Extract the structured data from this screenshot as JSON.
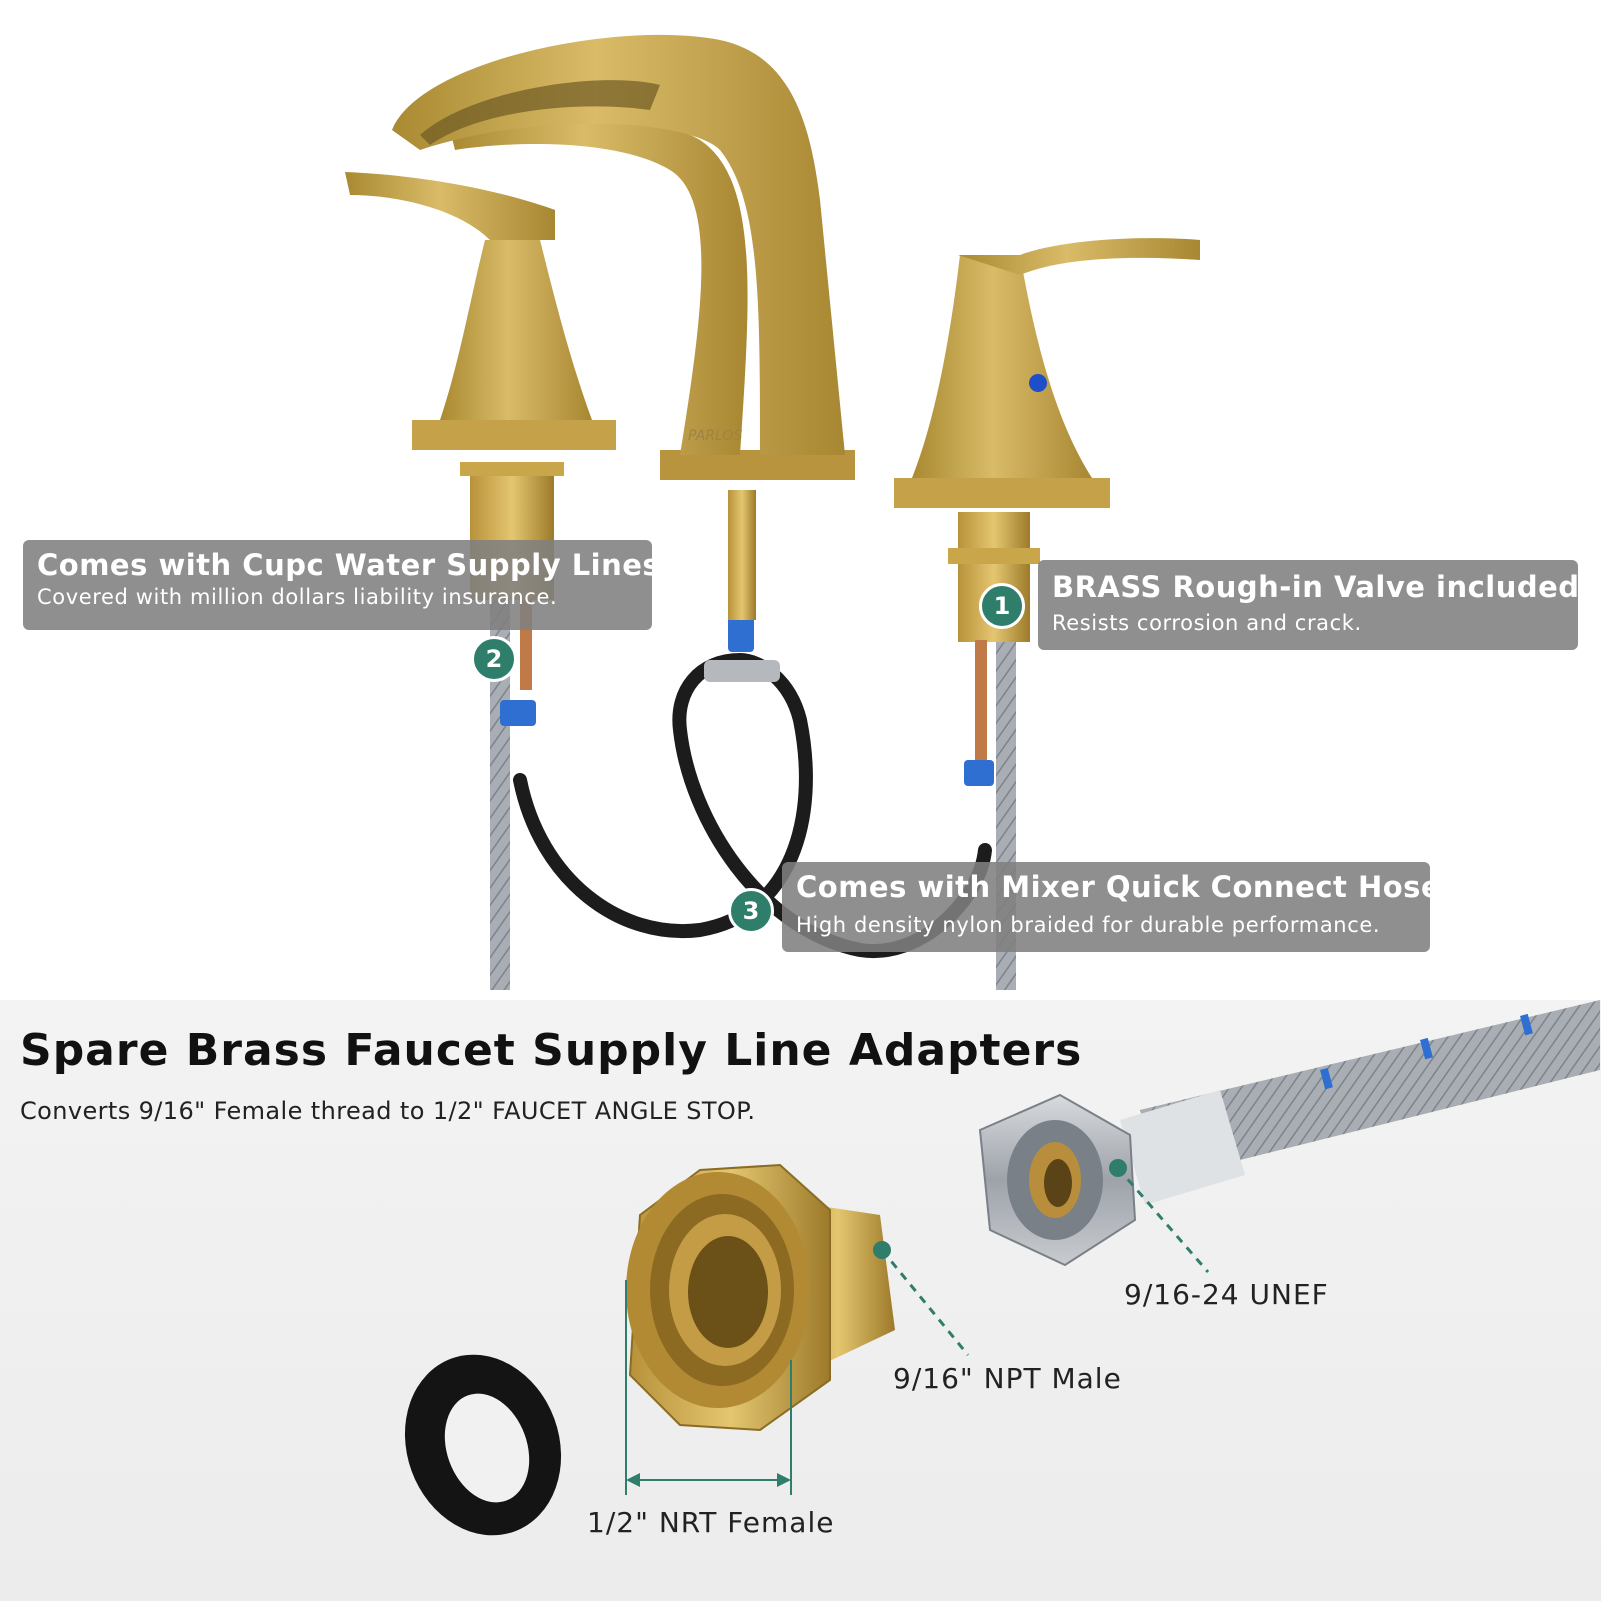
{
  "callouts": [
    {
      "number": "1",
      "title": "BRASS Rough-in Valve included",
      "subtitle": "Resists corrosion and crack."
    },
    {
      "number": "2",
      "title": "Comes with Cupc Water Supply Lines",
      "subtitle": "Covered with million dollars liability insurance."
    },
    {
      "number": "3",
      "title": "Comes with Mixer Quick Connect Hose",
      "subtitle": "High density nylon braided for durable performance."
    }
  ],
  "brand_mark": "PARLOS",
  "adapters": {
    "heading": "Spare Brass Faucet Supply Line Adapters",
    "subheading": "Converts 9/16\" Female thread to 1/2\" FAUCET ANGLE STOP.",
    "labels": {
      "unef": "9/16-24 UNEF",
      "npt_male": "9/16\" NPT Male",
      "nrt_female": "1/2\" NRT Female"
    }
  },
  "colors": {
    "gold": "#c9a64a",
    "badge": "#2f7d6b",
    "callout_bg": "#808080",
    "dashed_line": "#2f7d6b"
  }
}
